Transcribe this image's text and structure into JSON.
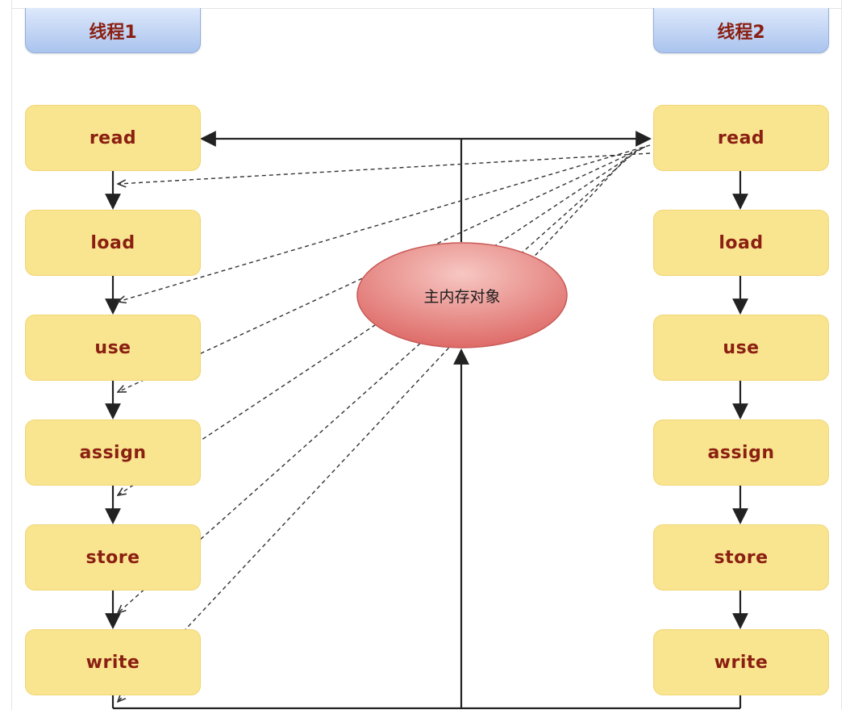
{
  "thread1": {
    "title": "线程1",
    "steps": [
      "read",
      "load",
      "use",
      "assign",
      "store",
      "write"
    ]
  },
  "thread2": {
    "title": "线程2",
    "steps": [
      "read",
      "load",
      "use",
      "assign",
      "store",
      "write"
    ]
  },
  "main_memory": {
    "label": "主内存对象"
  },
  "colors": {
    "step_fill": "#f9e48f",
    "step_text": "#8a1f12",
    "header_fill": "#aac4ee",
    "memory_fill": "#e06c6c",
    "line": "#222222"
  }
}
